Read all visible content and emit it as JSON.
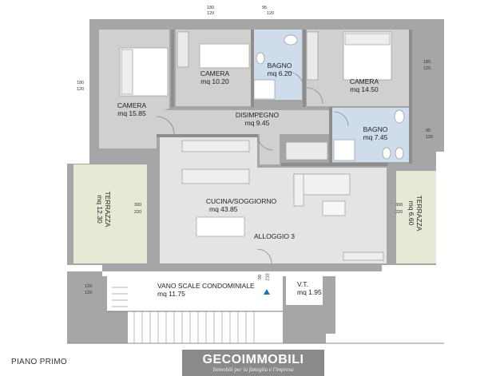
{
  "plan": {
    "floor_label": "PIANO PRIMO",
    "unit_label": "ALLOGGIO 3",
    "rooms": {
      "camera_left": {
        "name": "CAMERA",
        "area": "mq 15.85"
      },
      "camera_mid": {
        "name": "CAMERA",
        "area": "mq 10.20"
      },
      "bagno_top": {
        "name": "BAGNO",
        "area": "mq 6.20"
      },
      "camera_right": {
        "name": "CAMERA",
        "area": "mq 14.50"
      },
      "disimpegno": {
        "name": "DISIMPEGNO",
        "area": "mq 9.45"
      },
      "bagno_right": {
        "name": "BAGNO",
        "area": "mq 7.45"
      },
      "cucina": {
        "name": "CUCINA/SOGGIORNO",
        "area": "mq 43.85"
      },
      "terrazza_left": {
        "name": "TERRAZZA",
        "area": "mq 12.30"
      },
      "terrazza_right": {
        "name": "TERRAZZA",
        "area": "mq 6.60"
      },
      "vano_scale": {
        "name": "VANO SCALE CONDOMINIALE",
        "area": "mq 11.75"
      },
      "vt": {
        "name": "V.T.",
        "area": "mq 1.95"
      }
    },
    "dimensions": {
      "d_180_top": "180",
      "d_120_top": "120",
      "d_95_top": "95",
      "d_120_top2": "120",
      "d_180_right": "180",
      "d_120_right": "120",
      "d_180_left": "180",
      "d_120_left": "120",
      "d_95_right": "95",
      "d_120_right2": "120",
      "d_300_left": "300",
      "d_220_left": "220",
      "d_300_right": "300",
      "d_220_right": "220",
      "d_120_stair": "120",
      "d_120_stair2": "120",
      "d_90_door": "90",
      "d_210_door": "210"
    }
  },
  "brand": {
    "name": "GECOIMMOBILI",
    "tagline": "Immobili per la famiglia e l'impresa"
  },
  "colors": {
    "wall": "#a6a6a6",
    "room": "#d0d0d0",
    "living": "#e4e4e4",
    "bath": "#cfdcec",
    "terrace": "#e7e8d6",
    "stair_accent": "#1d6fb8"
  }
}
